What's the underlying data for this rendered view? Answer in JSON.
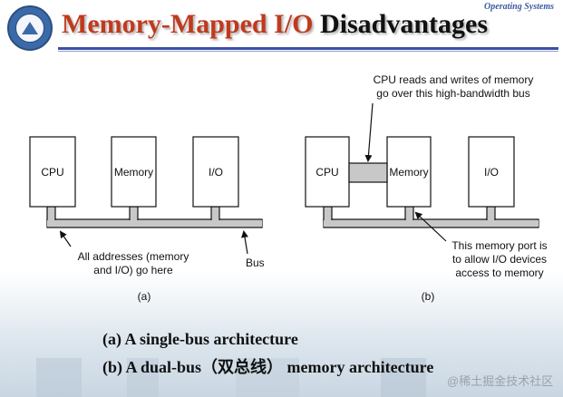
{
  "header": {
    "course_label": "Operating Systems",
    "title_part1": "Memory-Mapped I/O",
    "title_part2": "Disadvantages"
  },
  "diagram_a": {
    "boxes": [
      "CPU",
      "Memory",
      "I/O"
    ],
    "annotation_line1": "All addresses (memory",
    "annotation_line2": "and I/O) go here",
    "bus_label": "Bus",
    "panel_label": "(a)"
  },
  "diagram_b": {
    "boxes": [
      "CPU",
      "Memory",
      "I/O"
    ],
    "top_note_line1": "CPU reads and writes of memory",
    "top_note_line2": "go over this high-bandwidth bus",
    "port_note_line1": "This memory port is",
    "port_note_line2": "to allow I/O devices",
    "port_note_line3": "access to memory",
    "panel_label": "(b)"
  },
  "captions": {
    "a": "(a) A single-bus architecture",
    "b": "(b) A dual-bus（双总线） memory architecture"
  },
  "watermark": "@稀土掘金技术社区",
  "colors": {
    "title_red": "#c03a1e",
    "rule_blue": "#3b4fa6",
    "bus_fill": "#c8c8c8",
    "course_label": "#3b5aa0"
  }
}
